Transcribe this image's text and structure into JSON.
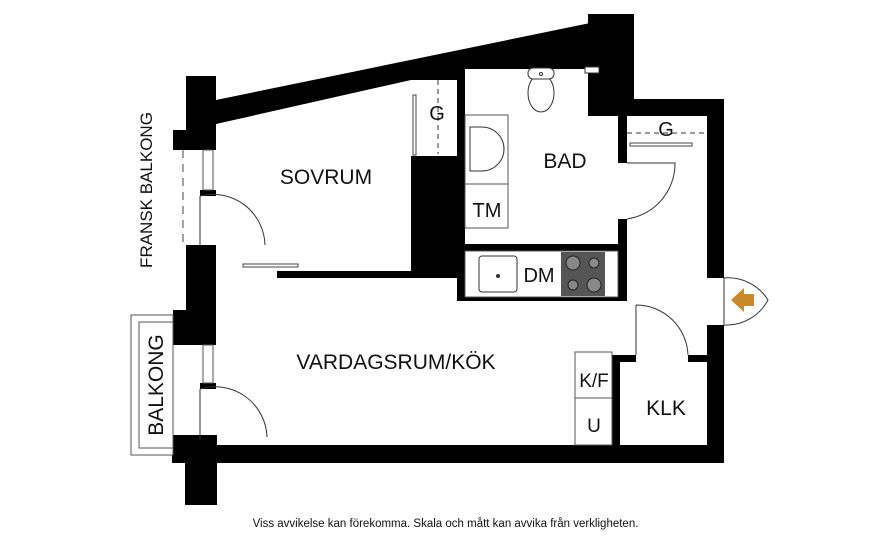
{
  "rooms": {
    "sovrum": "SOVRUM",
    "bad": "BAD",
    "vardagsrum": "VARDAGSRUM/KÖK",
    "klk": "KLK",
    "garderob_sovrum": "G",
    "garderob_hall": "G",
    "tm": "TM",
    "dm": "DM",
    "kf": "K/F",
    "u": "U"
  },
  "balconies": {
    "fransk": "FRANSK BALKONG",
    "balkong": "BALKONG"
  },
  "disclaimer": "Viss avvikelse kan förekomma. Skala och mått kan avvika från verkligheten.",
  "colors": {
    "wall": "#000000",
    "entry_arrow": "#c8892a",
    "stove": "#555555"
  }
}
